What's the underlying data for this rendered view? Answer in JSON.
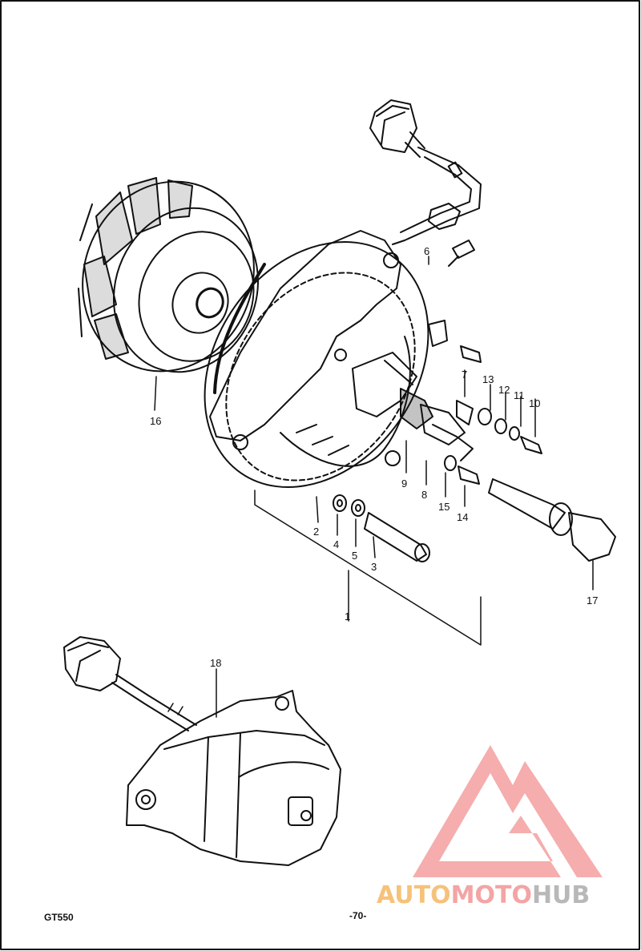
{
  "diagram": {
    "callouts": [
      {
        "id": "1",
        "text": "1"
      },
      {
        "id": "2",
        "text": "2"
      },
      {
        "id": "3",
        "text": "3"
      },
      {
        "id": "4",
        "text": "4"
      },
      {
        "id": "5",
        "text": "5"
      },
      {
        "id": "6",
        "text": "6"
      },
      {
        "id": "7",
        "text": "7"
      },
      {
        "id": "8",
        "text": "8"
      },
      {
        "id": "9",
        "text": "9"
      },
      {
        "id": "10",
        "text": "10"
      },
      {
        "id": "11",
        "text": "11"
      },
      {
        "id": "12",
        "text": "12"
      },
      {
        "id": "13",
        "text": "13"
      },
      {
        "id": "14",
        "text": "14"
      },
      {
        "id": "15",
        "text": "15"
      },
      {
        "id": "16",
        "text": "16"
      },
      {
        "id": "17",
        "text": "17"
      },
      {
        "id": "18",
        "text": "18"
      }
    ]
  },
  "footer": {
    "model": "GT550",
    "page": "-70-"
  },
  "watermark": {
    "parts": [
      "AUTO",
      "MOTO",
      "HUB"
    ],
    "colors": {
      "logo": "#f4a4a4",
      "auto": "#f6c27a",
      "moto": "#f4a4a4",
      "hub": "#b8b8b8"
    }
  },
  "colors": {
    "ink": "#111111",
    "paper": "#ffffff"
  }
}
